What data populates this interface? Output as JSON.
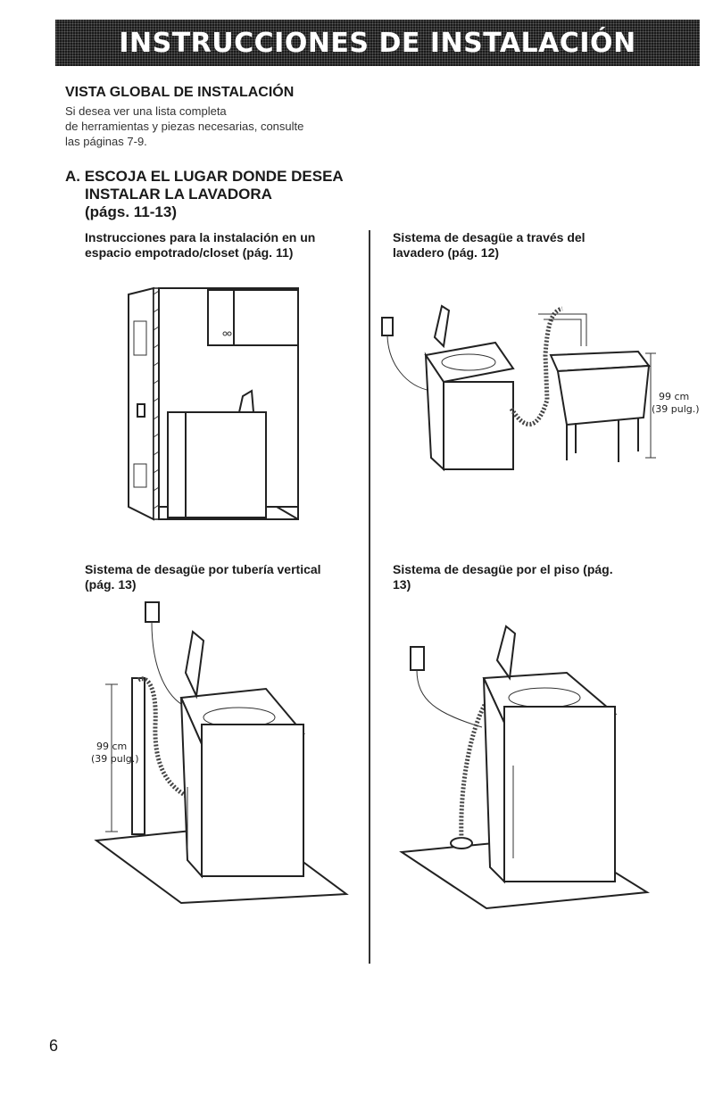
{
  "banner": {
    "title": "INSTRUCCIONES DE INSTALACIÓN"
  },
  "overview": {
    "heading": "VISTA GLOBAL DE INSTALACIÓN",
    "lines": [
      "Si desea ver una lista completa",
      "de herramientas y piezas necesarias, consulte",
      "las páginas 7-9."
    ]
  },
  "section_a": {
    "lines": [
      "A. ESCOJA EL LUGAR DONDE DESEA",
      "INSTALAR LA LAVADORA",
      "(págs. 11-13)"
    ]
  },
  "panels": {
    "alcove": {
      "lines": [
        "Instrucciones para la instalación en un",
        "espacio empotrado/closet (pág. 11)"
      ]
    },
    "laundry_tub": {
      "lines": [
        "Sistema de desagüe a través del",
        "lavadero (pág. 12)"
      ],
      "dim_cm": "99 cm",
      "dim_in": "(39 pulg.)"
    },
    "standpipe": {
      "lines": [
        "Sistema de desagüe por tubería vertical",
        "(pág. 13)"
      ],
      "dim_cm": "99 cm",
      "dim_in": "(39 pulg.)"
    },
    "floor_drain": {
      "lines": [
        "Sistema de desagüe por el piso (pág.",
        "13)"
      ]
    }
  },
  "page_number": "6"
}
